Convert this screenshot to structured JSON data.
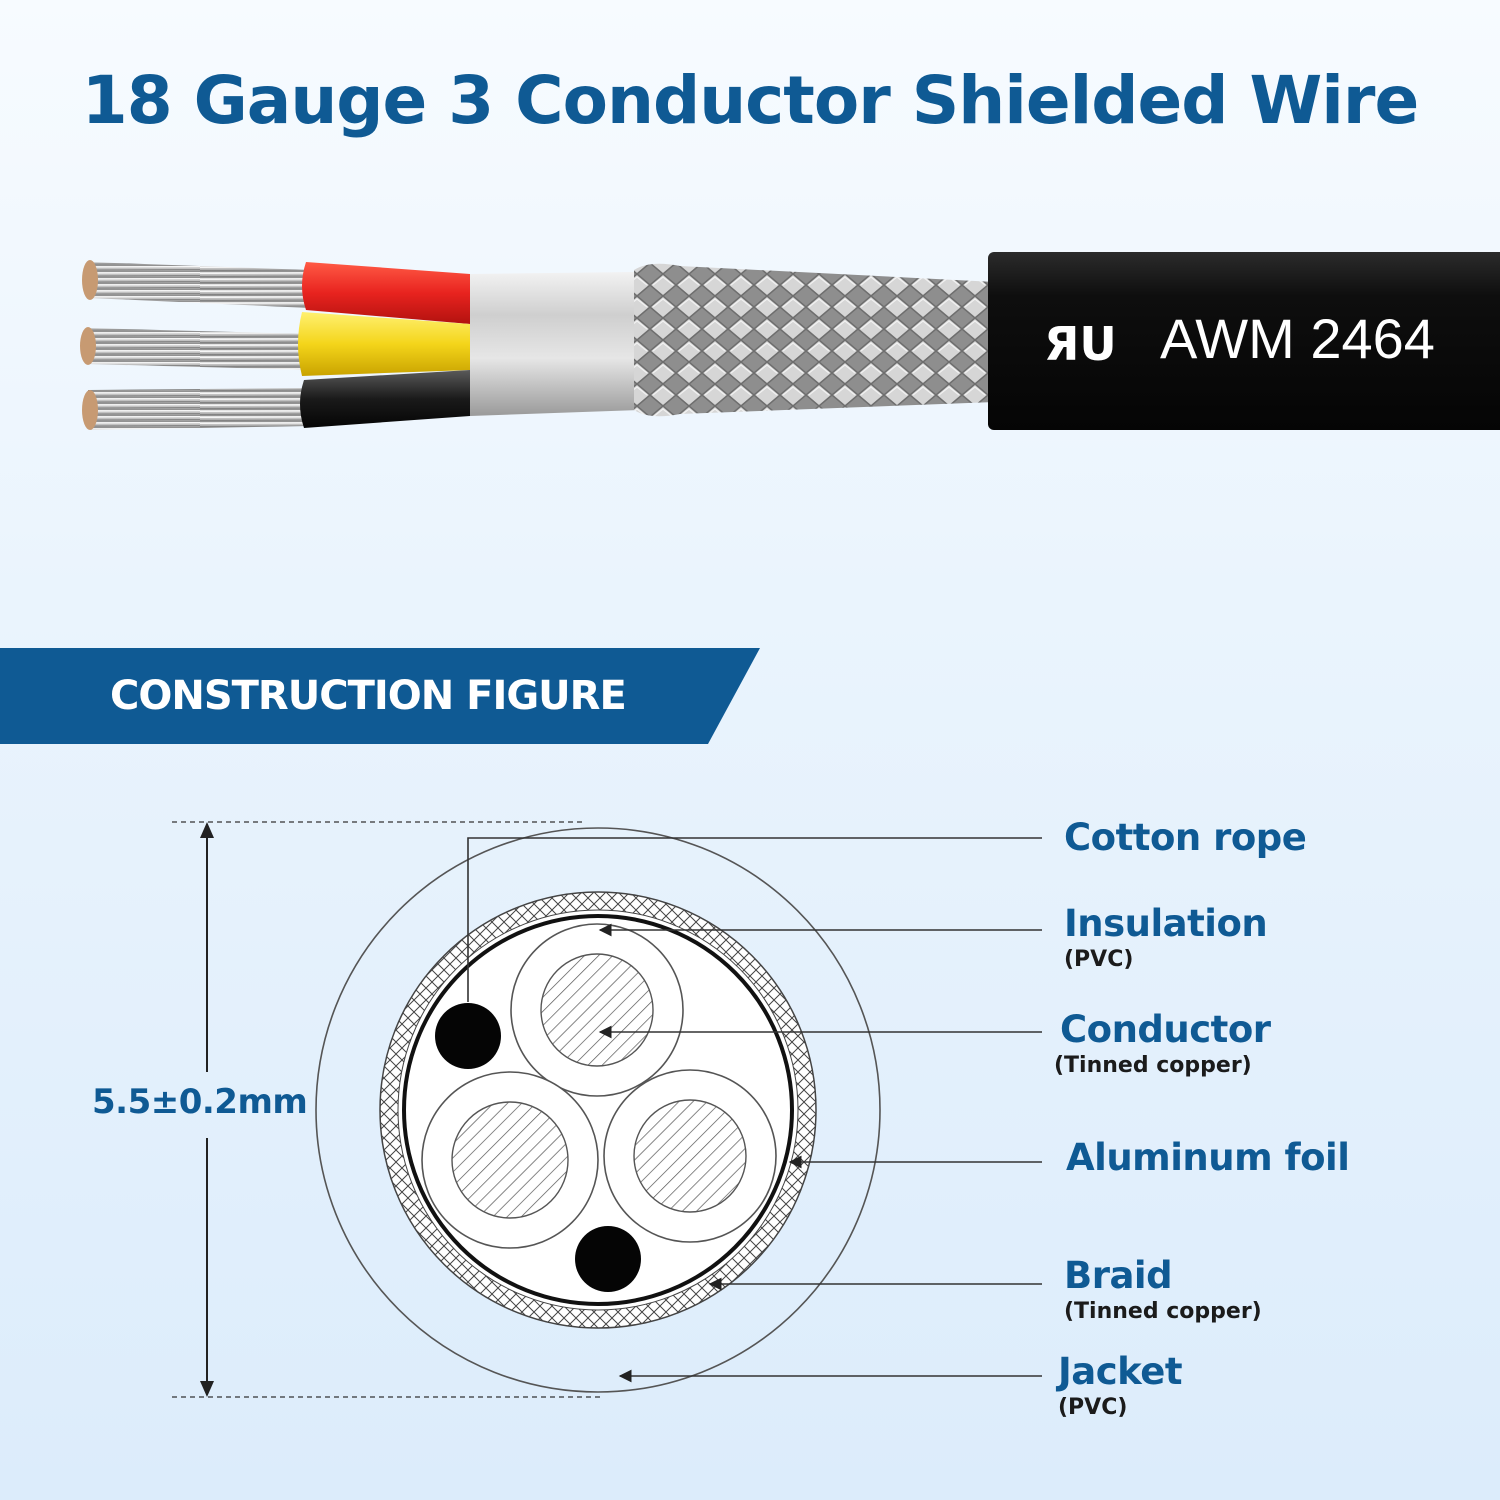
{
  "title": "18 Gauge 3 Conductor Shielded Wire",
  "cable_marking": {
    "logo_text": "ЯU",
    "text": "AWM 2464"
  },
  "banner": {
    "label": "CONSTRUCTION FIGURE"
  },
  "dimension": {
    "label": "5.5±0.2mm"
  },
  "callouts": [
    {
      "name": "Cotton rope",
      "sub": ""
    },
    {
      "name": "Insulation",
      "sub": "(PVC)"
    },
    {
      "name": "Conductor",
      "sub": "(Tinned copper)"
    },
    {
      "name": "Aluminum foil",
      "sub": ""
    },
    {
      "name": "Braid",
      "sub": "(Tinned copper)"
    },
    {
      "name": "Jacket",
      "sub": "(PVC)"
    }
  ],
  "colors": {
    "brand_blue": "#0f5a94",
    "wire_red": "#e8231f",
    "wire_yellow": "#f4d51a",
    "wire_black": "#1a1a1a",
    "jacket": "#111111"
  }
}
